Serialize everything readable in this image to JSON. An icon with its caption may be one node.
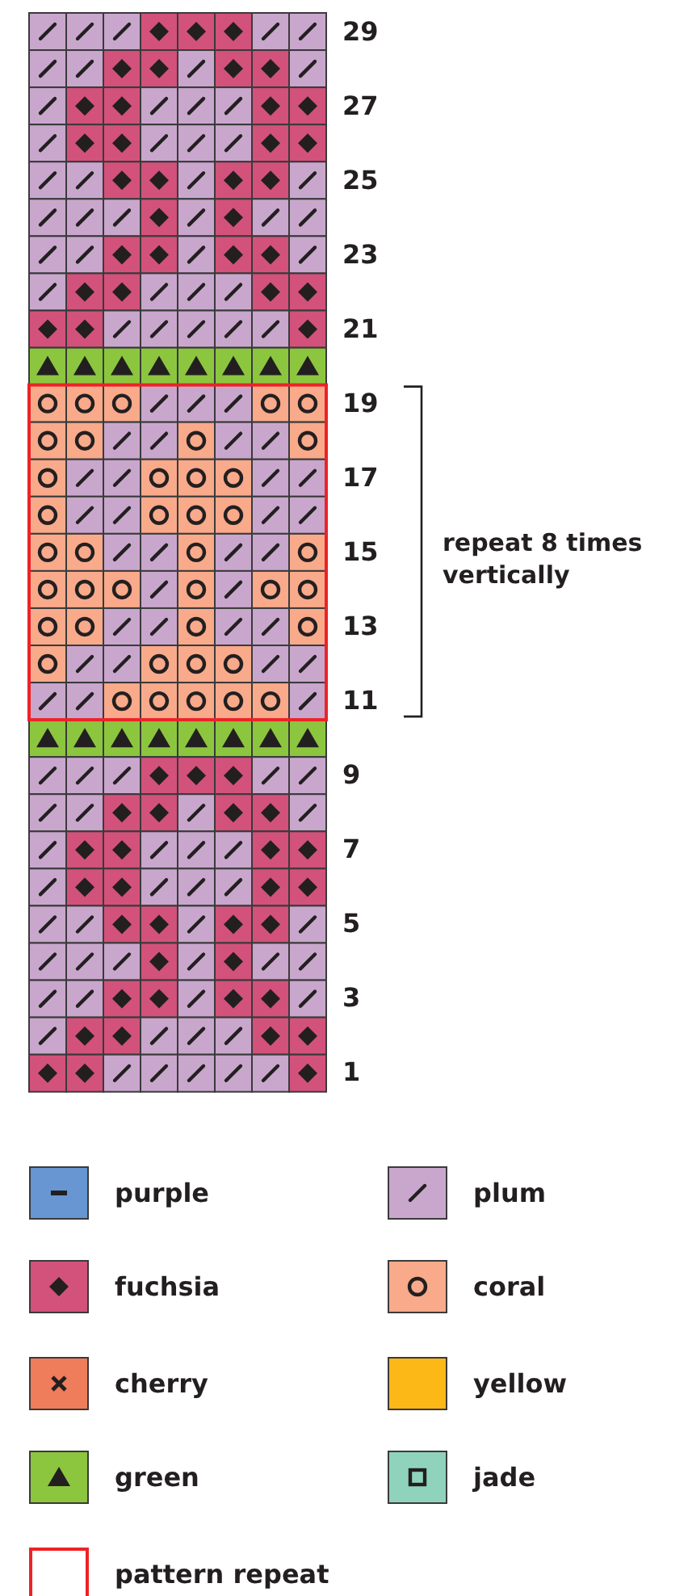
{
  "diagram": {
    "labels": [
      "29",
      "27",
      "25",
      "23",
      "21",
      "19",
      "17",
      "15",
      "13",
      "11",
      "9",
      "7",
      "5",
      "3",
      "1",
      "repeat 8 times vertically"
    ],
    "legend": [
      {
        "text": "purple",
        "color": "#6796d2"
      },
      {
        "text": "plum",
        "color": "#c9a7cd"
      },
      {
        "text": "fuchsia",
        "color": "#d2527b"
      },
      {
        "text": "coral",
        "color": "#f8aa8a"
      },
      {
        "text": "cherry",
        "color": "#ef7c5a"
      },
      {
        "text": "yellow",
        "color": "#fbb817"
      },
      {
        "text": "green",
        "color": "#8cc63f"
      },
      {
        "text": "jade",
        "color": "#8fd3bd"
      },
      {
        "text": "pattern repeat"
      }
    ]
  }
}
